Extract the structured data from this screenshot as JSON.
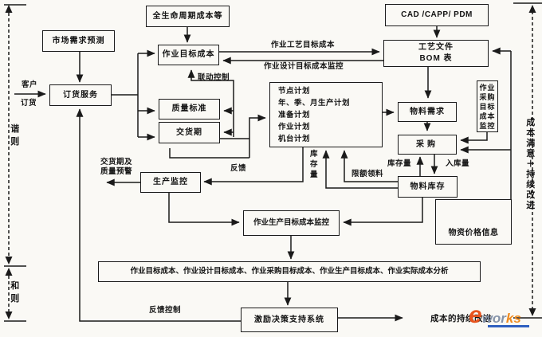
{
  "diagram": {
    "boxes": {
      "lifecycle_cost": "全生命周期成本等",
      "cad_capp_pdm": "CAD /CAPP/ PDM",
      "market_forecast": "市场需求预测",
      "activity_target_cost": "作业目标成本",
      "process_doc": [
        "工艺文件",
        "BOM 表"
      ],
      "order_service": "订货服务",
      "quality_standard": "质量标准",
      "delivery_date": "交货期",
      "plan_lines": [
        "节点计划",
        "年、季、月生产计划",
        "准备计划",
        "作业计划",
        "机台计划"
      ],
      "material_demand": "物料需求",
      "procurement_monitor": "作业采购目标成本监控",
      "procurement": "采购",
      "material_inventory": "物料库存",
      "material_price_info": "物资价格信息",
      "production_monitor": "生产监控",
      "production_cost_monitor": "作业生产目标成本监控",
      "cost_analysis": "作业目标成本、作业设计目标成本、作业采购目标成本、作业生产目标成本、作业实际成本分析",
      "incentive_dss": "激励决策支持系统"
    },
    "labels": {
      "customer_order": [
        "客户",
        "订货"
      ],
      "linkage_control": "联动控制",
      "process_target_cost": "作业工艺目标成本",
      "design_cost_monitor": "作业设计目标成本监控",
      "delivery_quality_warning": [
        "交货期及",
        "质量预警"
      ],
      "feedback": "反馈",
      "inventory_qty_vertical": "库存量",
      "quota_material": "限额领料",
      "inventory_qty": "库存量",
      "inbound_qty": "入库量",
      "feedback_control": "反馈控制",
      "cost_improvement": "成本的持续改进",
      "left_axis_top": "谐则",
      "left_axis_bottom": "和则",
      "right_axis": "成本满意＋持续改进"
    },
    "watermark": {
      "e": "e",
      "wor": "wor",
      "ks": "ks"
    },
    "colors": {
      "line": "#1a1a1a",
      "paper": "#faf9f5",
      "watermark_e": "#e8541e",
      "watermark_wor": "#8593a9",
      "watermark_ks": "#ef8b1f",
      "watermark_underline": "#2f5fc0"
    }
  }
}
